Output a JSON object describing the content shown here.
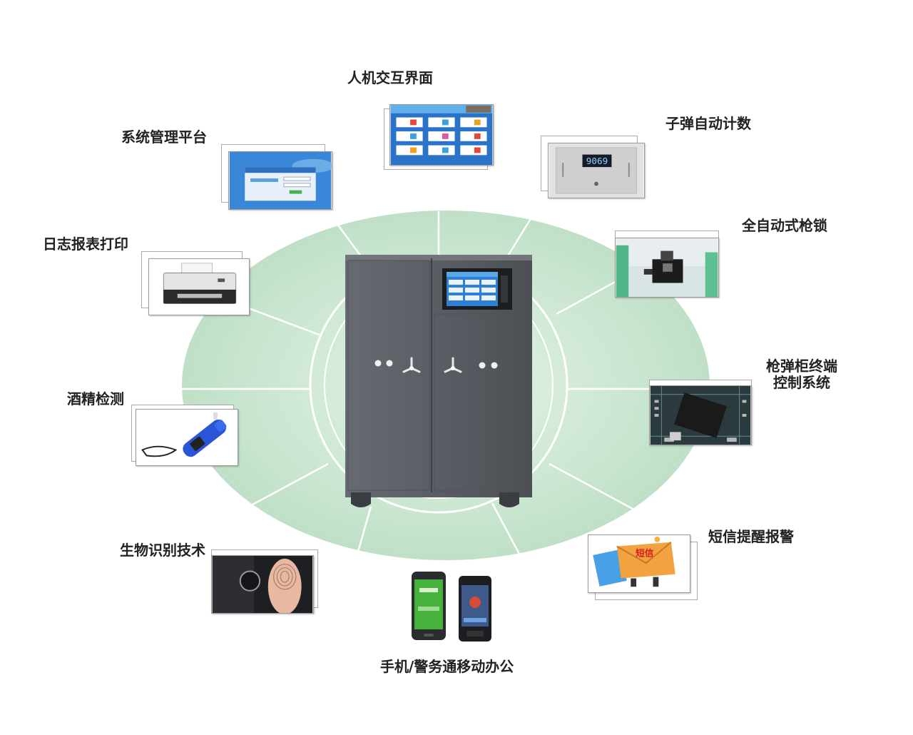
{
  "features": {
    "hmi": "人机交互界面",
    "platform": "系统管理平台",
    "bullet_count": "子弹自动计数",
    "gun_lock": "全自动式枪锁",
    "log_print": "日志报表打印",
    "terminal_line1": "枪弹柜终端",
    "terminal_line2": "控制系统",
    "alcohol": "酒精检测",
    "sms_alarm": "短信提醒报警",
    "biometric": "生物识别技术",
    "mobile": "手机/警务通移动办公"
  },
  "counter_display": "9069",
  "sms_envelope_text": "短信",
  "colors": {
    "ellipse": "#c8e5cf",
    "ellipse_edge": "#e9f5ec",
    "cabinet": "#5c6066",
    "cabinet_dark": "#44484d",
    "screen": "#2f7fd4",
    "phone_green": "#46b23b",
    "blue_device": "#2a55d6"
  }
}
